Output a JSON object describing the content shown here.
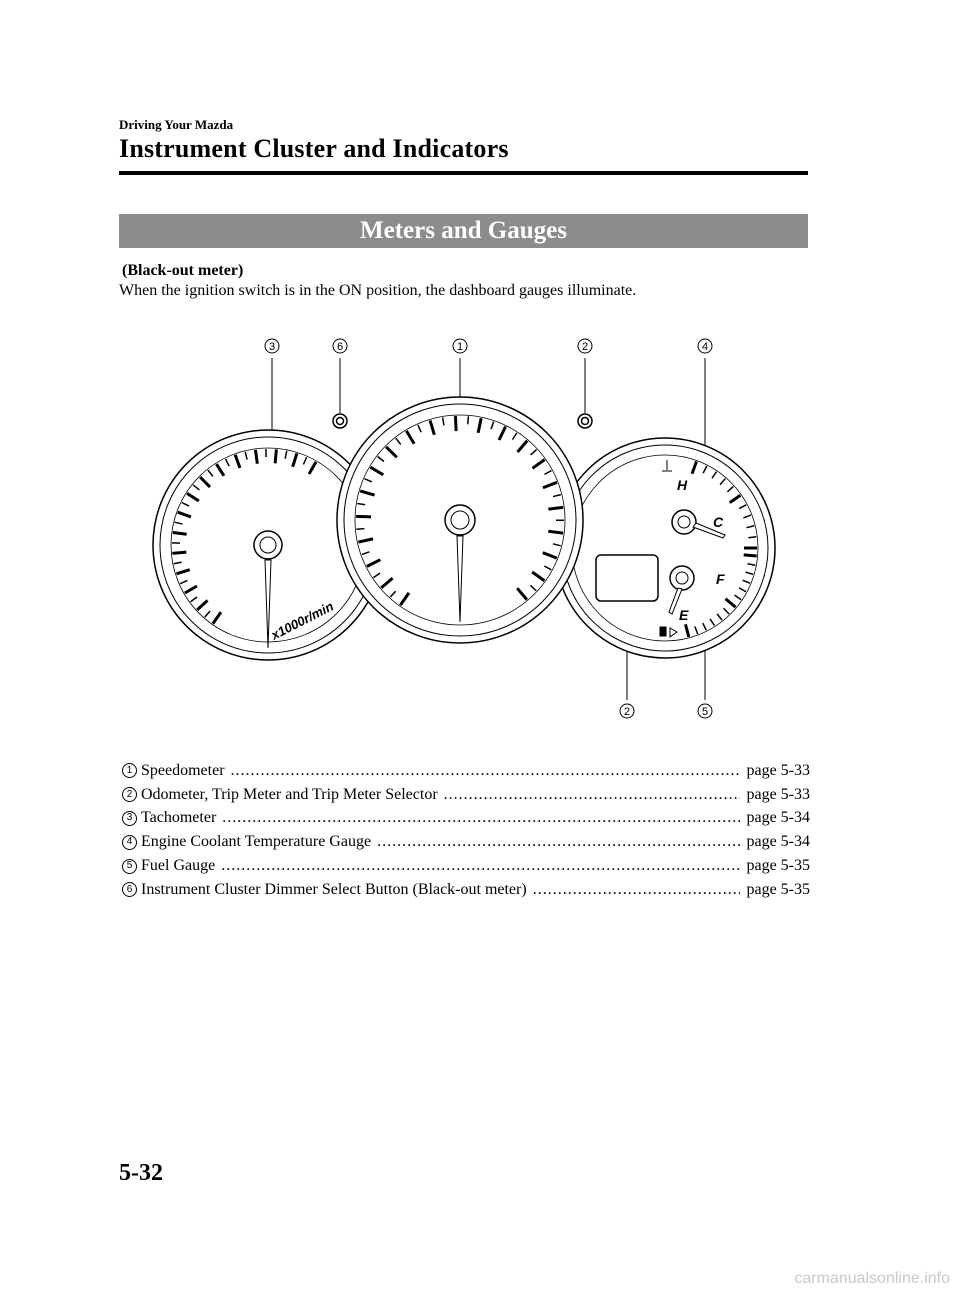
{
  "header": {
    "section": "Driving Your Mazda",
    "chapter_title": "Instrument Cluster and Indicators"
  },
  "banner": {
    "title": "Meters and Gauges"
  },
  "subheading": "(Black-out meter)",
  "intro": "When the ignition switch is in the ON position, the dashboard gauges illuminate.",
  "diagram": {
    "tach_unit": "x1000r/min",
    "temp_high": "H",
    "temp_cold": "C",
    "fuel_full": "F",
    "fuel_empty": "E",
    "callouts": [
      "1",
      "2",
      "3",
      "4",
      "5",
      "6"
    ]
  },
  "legend": [
    {
      "num": "1",
      "label": "Speedometer",
      "page": "page 5-33"
    },
    {
      "num": "2",
      "label": "Odometer, Trip Meter and Trip Meter Selector",
      "page": "page 5-33"
    },
    {
      "num": "3",
      "label": "Tachometer",
      "page": "page 5-34"
    },
    {
      "num": "4",
      "label": "Engine Coolant Temperature Gauge",
      "page": "page 5-34"
    },
    {
      "num": "5",
      "label": "Fuel Gauge",
      "page": "page 5-35"
    },
    {
      "num": "6",
      "label": "Instrument Cluster Dimmer Select Button (Black-out meter)",
      "page": "page 5-35"
    }
  ],
  "footer": {
    "page_number": "5-32",
    "watermark": "carmanualsonline.info"
  }
}
